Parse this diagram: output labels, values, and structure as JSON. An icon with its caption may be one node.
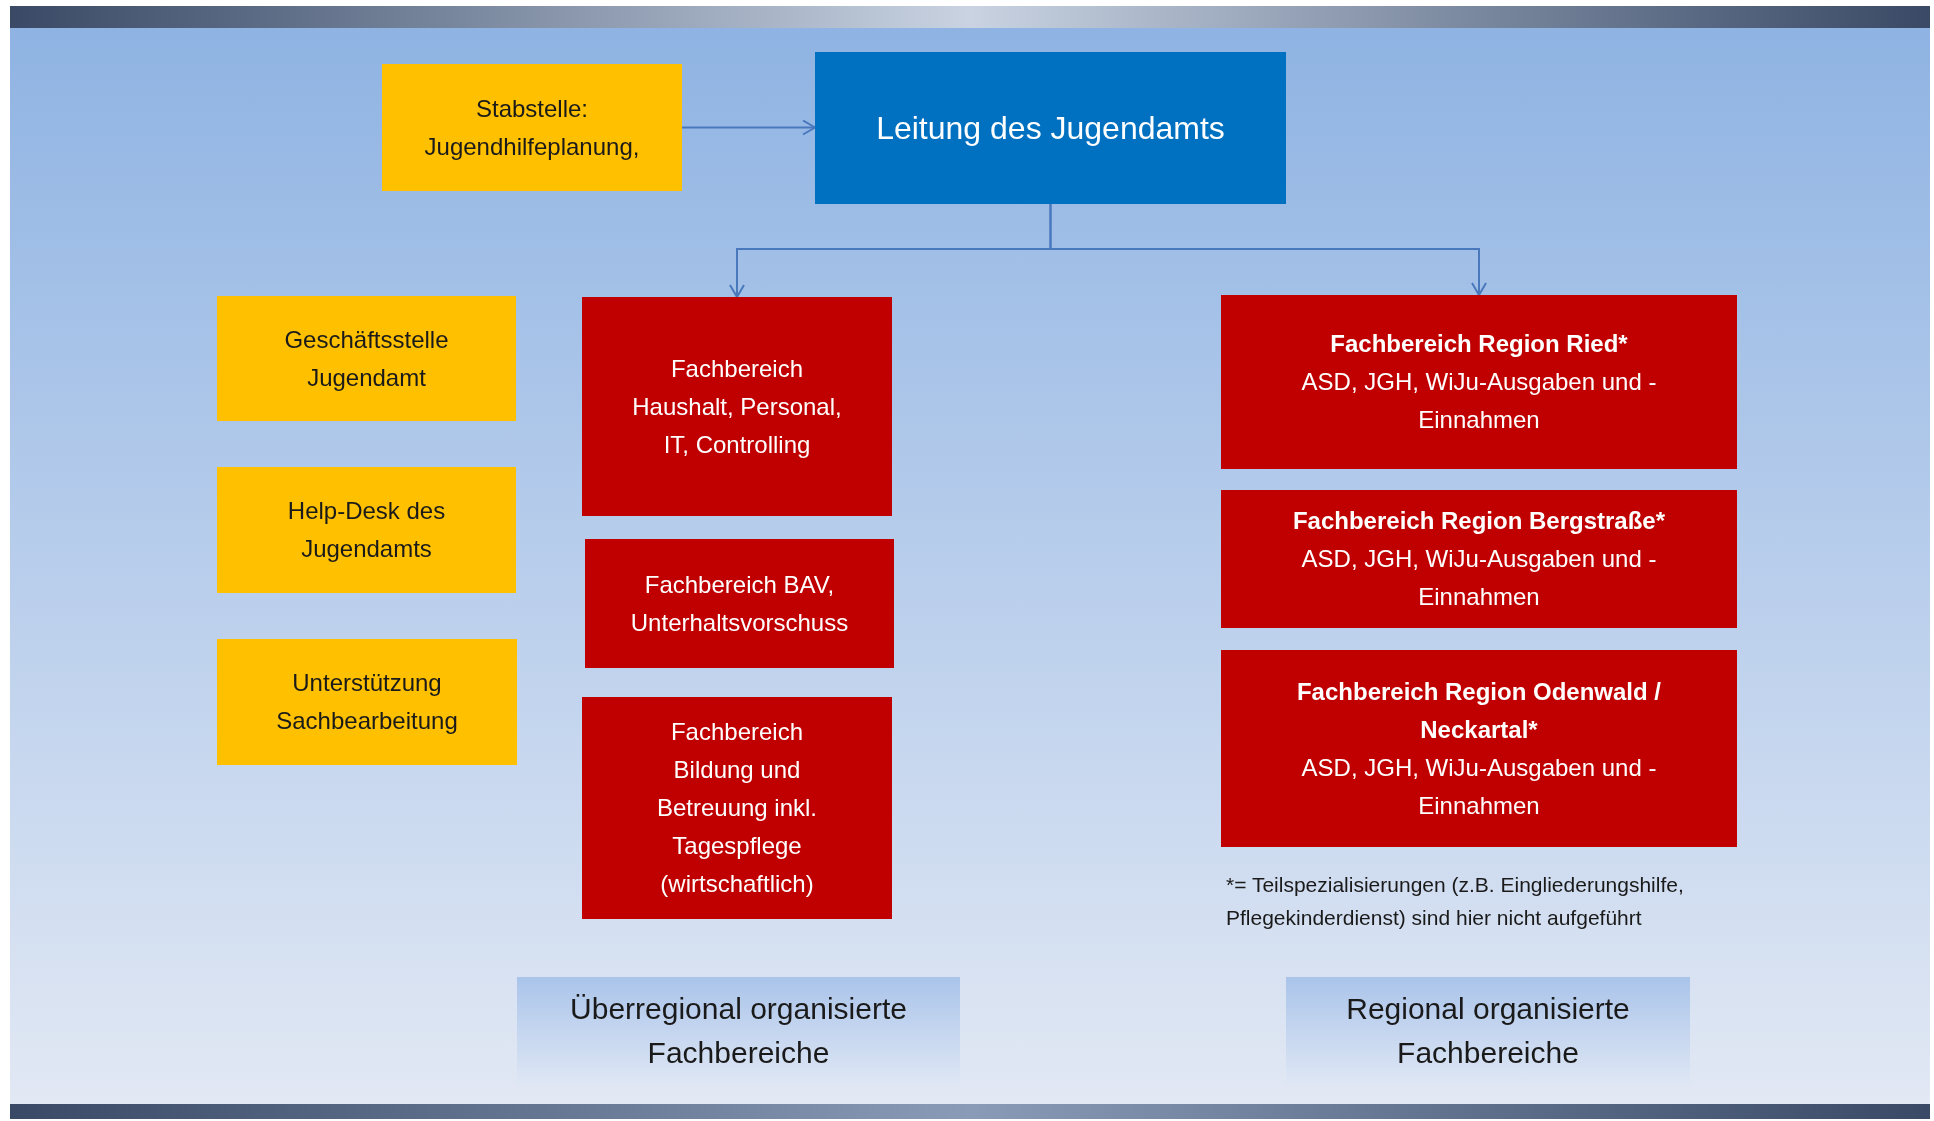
{
  "diagram": {
    "nodes": [
      {
        "text": [
          "Stabstelle: Jugendhilfeplanung,"
        ]
      },
      {
        "text": [
          "Leitung des Jugendamts"
        ]
      },
      {
        "text": [
          "Geschäftsstelle Jugendamt"
        ]
      },
      {
        "text": [
          "Help-Desk des Jugendamts"
        ]
      },
      {
        "text": [
          "Unterstützung Sachbearbeitung"
        ]
      },
      {
        "text": [
          "Fachbereich Haushalt, Personal, IT, Controlling"
        ]
      },
      {
        "text": [
          "Fachbereich BAV, Unterhaltsvorschuss"
        ]
      },
      {
        "text": [
          "Fachbereich Bildung und Betreuung inkl. Tagespflege (wirtschaftlich)"
        ]
      },
      {
        "text": [
          "Fachbereich Region Ried*",
          "ASD, JGH, WiJu-Ausgaben und - Einnahmen"
        ]
      },
      {
        "text": [
          "Fachbereich Region Bergstraße*",
          "ASD, JGH, WiJu-Ausgaben und - Einnahmen"
        ]
      },
      {
        "text": [
          "Fachbereich Region Odenwald / Neckartal*",
          "ASD, JGH, WiJu-Ausgaben und - Einnahmen"
        ]
      },
      {
        "text": [
          "Überregional organisierte Fachbereiche"
        ]
      },
      {
        "text": [
          "Regional organisierte Fachbereiche"
        ]
      }
    ],
    "edges": [
      {
        "from": 0,
        "to": 1,
        "arrow": "to"
      },
      {
        "from": 1,
        "to": 5,
        "arrow": "to"
      },
      {
        "from": 1,
        "to": 8,
        "arrow": "to"
      }
    ],
    "labels": [
      "*= Teilspezialisierungen (z.B. Eingliederungshilfe, Pflegekinderdienst) sind hier nicht aufgeführt"
    ]
  }
}
